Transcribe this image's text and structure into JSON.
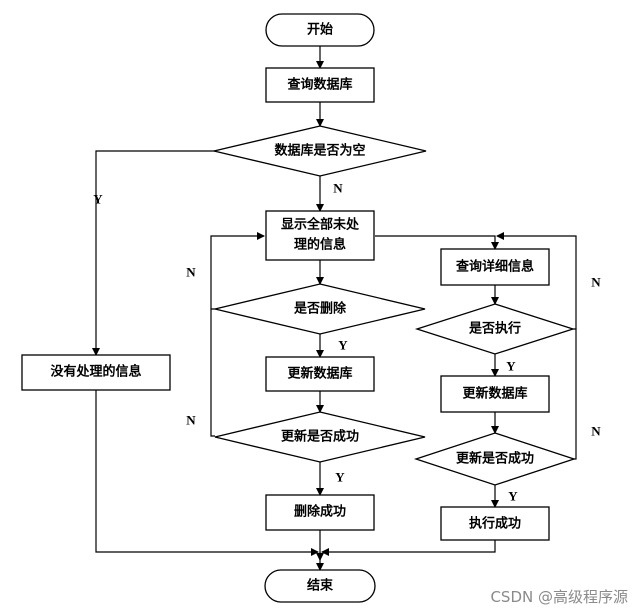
{
  "nodes": {
    "start": "开始",
    "query_db": "查询数据库",
    "db_empty": "数据库是否为空",
    "show_unprocessed_1": "显示全部未处",
    "show_unprocessed_2": "理的信息",
    "is_delete": "是否删除",
    "update_db_left": "更新数据库",
    "update_success_left": "更新是否成功",
    "delete_success": "删除成功",
    "no_unprocessed": "没有处理的信息",
    "query_detail": "查询详细信息",
    "is_execute": "是否执行",
    "update_db_right": "更新数据库",
    "update_success_right": "更新是否成功",
    "execute_success": "执行成功",
    "end": "结束"
  },
  "labels": {
    "yes": "Y",
    "no": "N"
  },
  "watermark": "CSDN @高级程序源"
}
